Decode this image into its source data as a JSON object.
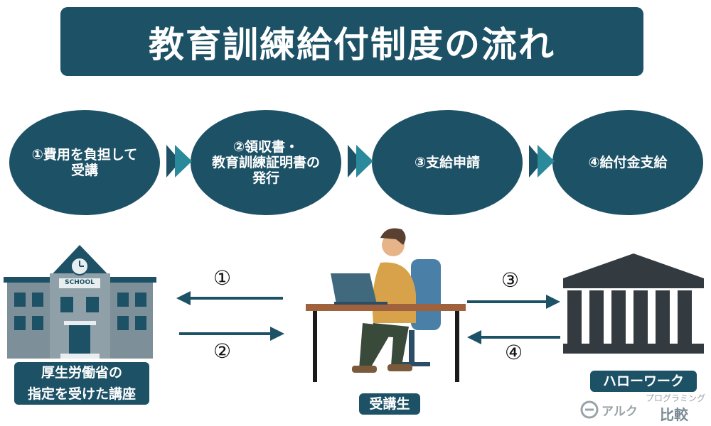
{
  "title": "教育訓練給付制度の流れ",
  "steps": [
    {
      "label": "①費用を負担して\n受講"
    },
    {
      "label": "②領収書・\n教育訓練証明書の\n発行"
    },
    {
      "label": "③支給申請"
    },
    {
      "label": "④給付金支給"
    }
  ],
  "school": {
    "label": "厚生労働省の\n指定を受けた講座",
    "sign": "SCHOOL"
  },
  "student": {
    "label": "受講生"
  },
  "hellowork": {
    "label": "ハローワーク"
  },
  "flow_numbers": [
    "①",
    "②",
    "③",
    "④"
  ],
  "watermark": {
    "brand": "アルク",
    "sub": "プログラミング",
    "main": "比較"
  },
  "colors": {
    "primary": "#1d5166",
    "teal": "#2a8a9c",
    "building": "#7d8f99",
    "hellowork": "#333a40"
  }
}
